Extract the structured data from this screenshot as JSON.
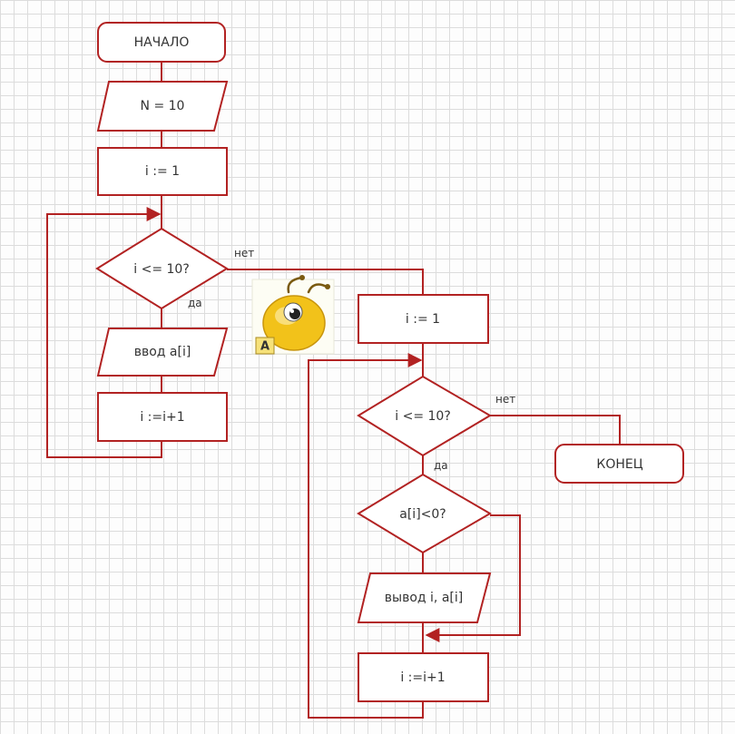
{
  "flowchart": {
    "start": "НАЧАЛО",
    "input_n": "N = 10",
    "init_1": "i := 1",
    "cond_1": "i <= 10?",
    "input_a": "ввод a[i]",
    "inc_1": "i :=i+1",
    "init_2": "i := 1",
    "cond_2": "i <= 10?",
    "end": "КОНЕЦ",
    "cond_3": "a[i]<0?",
    "output": "вывод i, a[i]",
    "inc_2": "i :=i+1",
    "label_no_1": "нет",
    "label_yes_1": "да",
    "label_no_2": "нет",
    "label_yes_2": "да"
  },
  "colors": {
    "stroke": "#b22222",
    "grid": "#dcdcdc"
  },
  "watermark": {
    "badge_letter": "A",
    "icon": "ant-mascot-icon"
  }
}
